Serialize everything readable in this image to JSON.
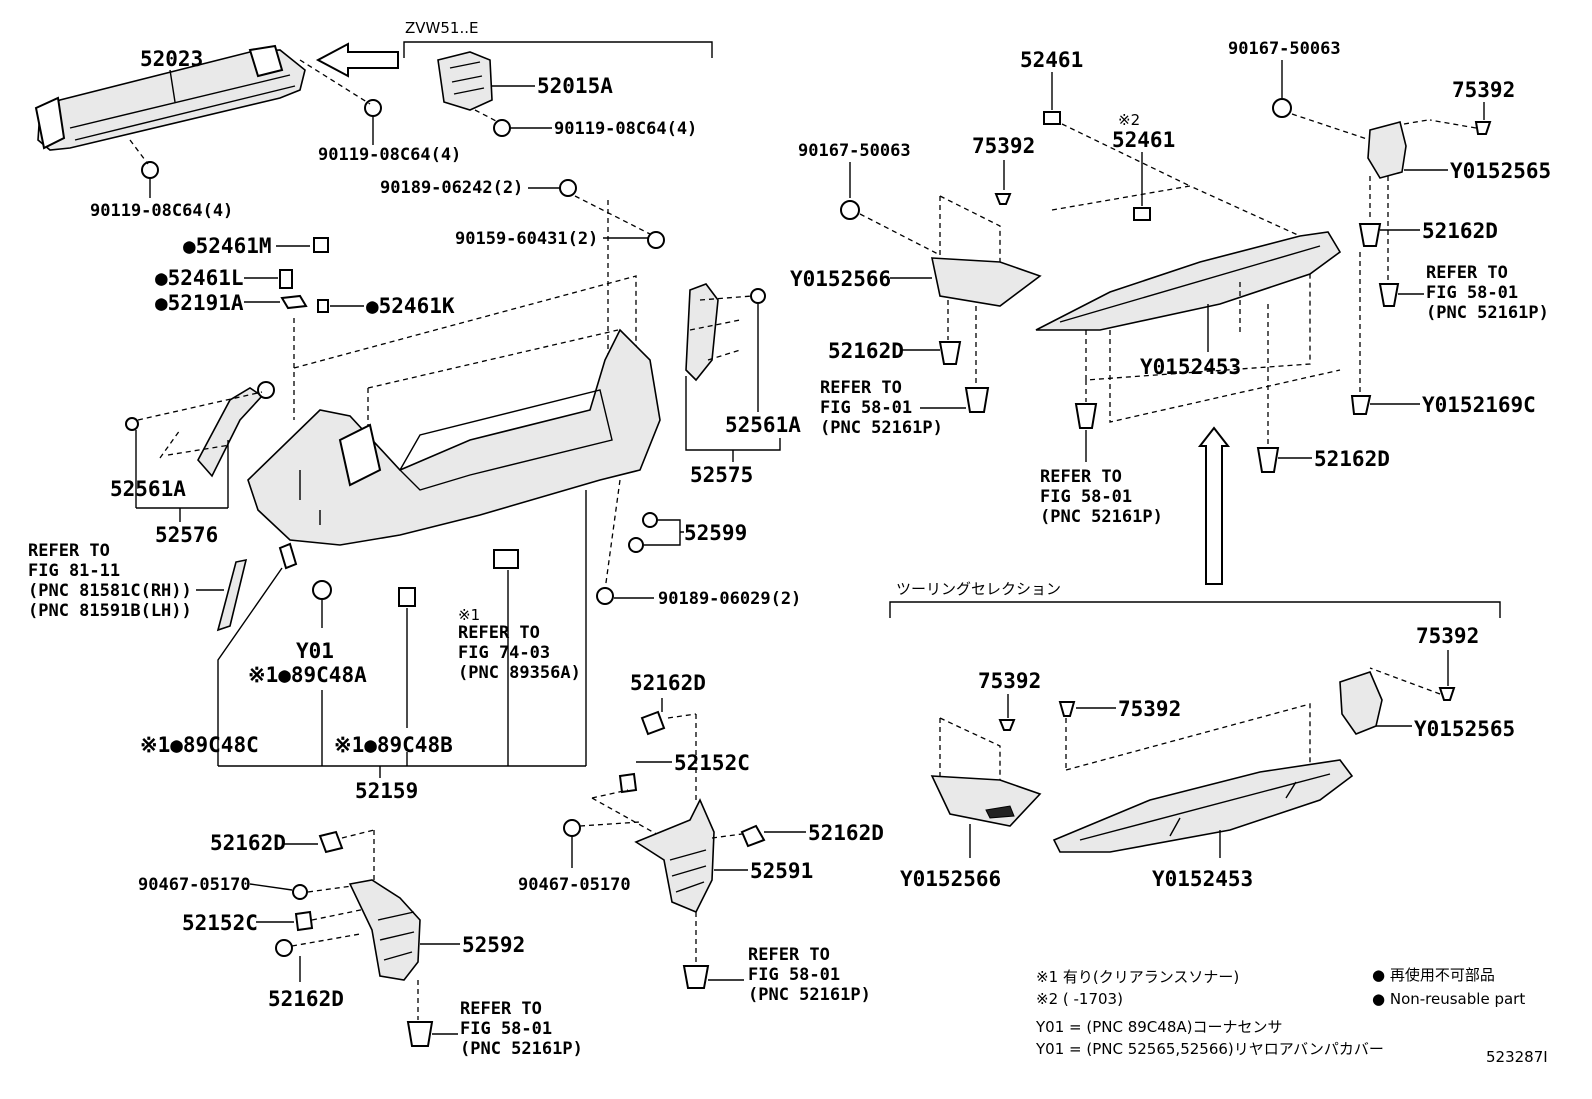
{
  "labels": {
    "p52023": "52023",
    "zvw": "ZVW51..E",
    "p52015a": "52015A",
    "bolt_a": "90119-08C64(4)",
    "bolt_b": "90119-08C64(4)",
    "bolt_c": "90119-08C64(4)",
    "p90189_06242": "90189-06242(2)",
    "p90159": "90159-60431(2)",
    "p52461m": "●52461M",
    "p52461l": "●52461L",
    "p52191a": "●52191A",
    "p52461k": "●52461K",
    "p52561a_l": "52561A",
    "p52576": "52576",
    "p52561a_r": "52561A",
    "p52575": "52575",
    "p52599": "52599",
    "p90189_06029": "90189-06029(2)",
    "refer_81_1": "REFER TO",
    "refer_81_2": "FIG 81-11",
    "refer_81_3": "(PNC 81581C(RH))",
    "refer_81_4": "(PNC 81591B(LH))",
    "y01_a": "Y01",
    "p89c48a": "※1●89C48A",
    "p89c48c": "※1●89C48C",
    "p89c48b": "※1●89C48B",
    "p52159": "52159",
    "refer_74_0": "※1",
    "refer_74_1": "REFER TO",
    "refer_74_2": "FIG 74-03",
    "refer_74_3": "(PNC 89356A)",
    "c52162d_a": "52162D",
    "c52152c_a": "52152C",
    "c52162d_b": "52162D",
    "c90467_a": "90467-05170",
    "c52591": "52591",
    "c52162d_c": "52162D",
    "c90467_b": "90467-05170",
    "c52152c_b": "52152C",
    "c52592": "52592",
    "c52162d_d": "52162D",
    "refer_58c_1": "REFER TO",
    "refer_58c_2": "FIG 58-01",
    "refer_58c_3": "(PNC 52161P)",
    "refer_58d_1": "REFER TO",
    "refer_58d_2": "FIG 58-01",
    "refer_58d_3": "(PNC 52161P)",
    "r52461_a": "52461",
    "r90167_a": "90167-50063",
    "r75392_a": "75392",
    "r90167_b": "90167-50063",
    "r75392_b": "75392",
    "r52461_b_note": "※2",
    "r52461_b": "52461",
    "r y0152565_a": "",
    "ry0152565_a": "Y0152565",
    "r52162d_a": "52162D",
    "ry0152566_a": "Y0152566",
    "refer_58a_1": "REFER TO",
    "refer_58a_2": "FIG 58-01",
    "refer_58a_3": "(PNC 52161P)",
    "r52162d_b": "52162D",
    "ry0152453_a": "Y0152453",
    "refer_58b_1": "REFER TO",
    "refer_58b_2": "FIG 58-01",
    "refer_58b_3": "(PNC 52161P)",
    "refer_58e_1": "REFER TO",
    "refer_58e_2": "FIG 58-01",
    "refer_58e_3": "(PNC 52161P)",
    "ry0152169c": "Y0152169C",
    "r52162d_c": "52162D",
    "touring": "ツーリングセレクション",
    "t75392_a": "75392",
    "t75392_b": "75392",
    "t75392_c": "75392",
    "ty0152565": "Y0152565",
    "ty0152566": "Y0152566",
    "ty0152453": "Y0152453"
  },
  "legend": {
    "note1": "※1  有り(クリアランスソナー)",
    "note2": "※2  (        -1703)",
    "nonreuse_jp": "● 再使用不可部品",
    "nonreuse_en": "● Non-reusable part",
    "y01_line1": "Y01 = (PNC 89C48A)コーナセンサ",
    "y01_line2": "Y01 = (PNC 52565,52566)リヤロアバンパカバー"
  },
  "diagram_id": "523287I"
}
